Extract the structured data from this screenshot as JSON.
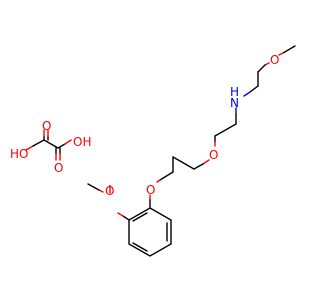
{
  "colors": {
    "carbon_bond": "#000000",
    "oxygen": "#ff0000",
    "nitrogen": "#0000ff",
    "background": "#ffffff"
  },
  "oxalic_acid": {
    "labels": [
      {
        "id": "ho-left",
        "text": "HO",
        "element": "oxygen"
      },
      {
        "id": "o-top",
        "text": "O",
        "element": "oxygen"
      },
      {
        "id": "o-bottom",
        "text": "O",
        "element": "oxygen"
      },
      {
        "id": "oh-right",
        "text": "OH",
        "element": "oxygen"
      }
    ]
  },
  "main_molecule": {
    "labels": [
      {
        "id": "o-methoxy-top",
        "text": "O",
        "element": "oxygen"
      },
      {
        "id": "n-amine",
        "text": "N",
        "element": "nitrogen"
      },
      {
        "id": "h-amine",
        "text": "H",
        "element": "nitrogen"
      },
      {
        "id": "o-ether-middle",
        "text": "O",
        "element": "oxygen"
      },
      {
        "id": "o-ether-aryl",
        "text": "O",
        "element": "oxygen"
      },
      {
        "id": "o-methoxy-aryl",
        "text": "O",
        "element": "oxygen"
      }
    ]
  }
}
